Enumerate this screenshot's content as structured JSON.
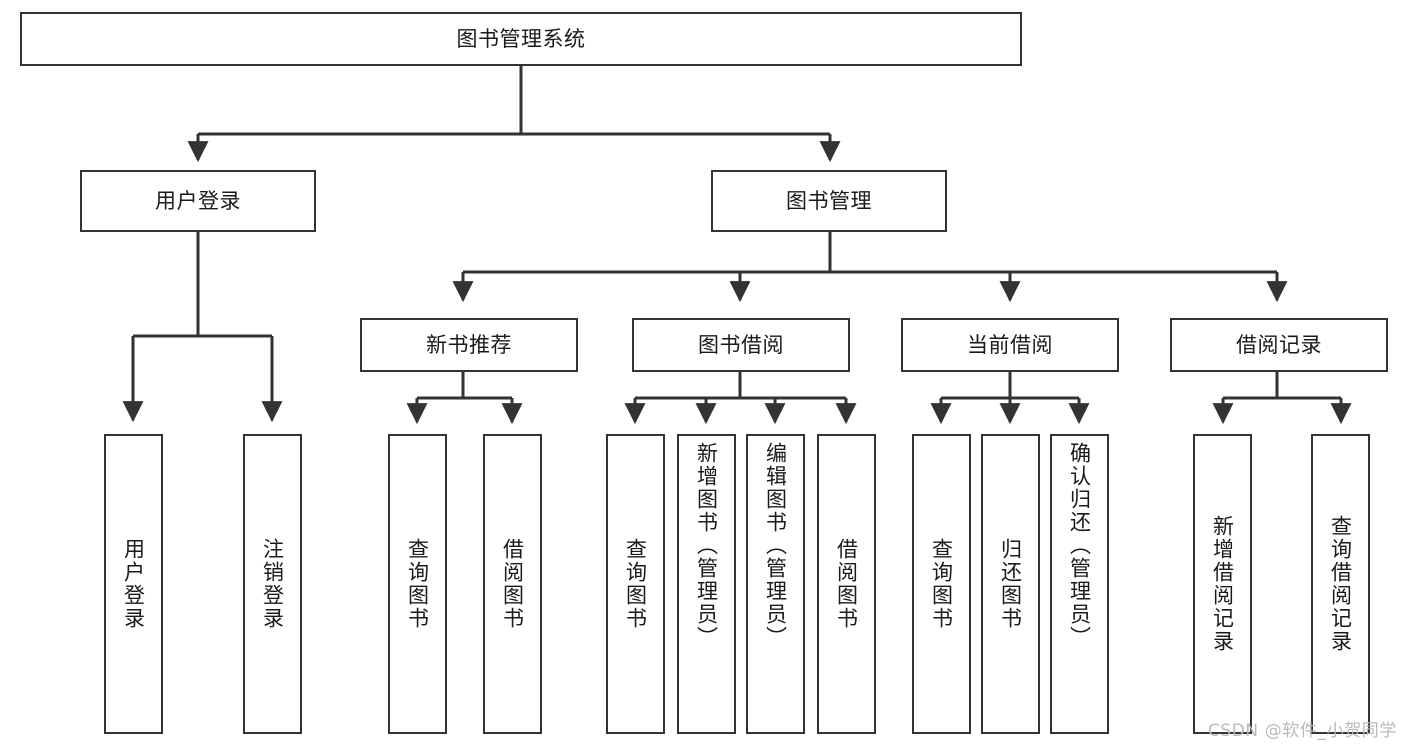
{
  "diagram": {
    "title": "图书管理系统",
    "type": "功能结构图",
    "root": {
      "label": "图书管理系统"
    },
    "level2": [
      {
        "label": "用户登录"
      },
      {
        "label": "图书管理"
      }
    ],
    "level3": [
      {
        "label": "新书推荐"
      },
      {
        "label": "图书借阅"
      },
      {
        "label": "当前借阅"
      },
      {
        "label": "借阅记录"
      }
    ],
    "leaves": {
      "user_login": [
        {
          "label": "用户登录"
        },
        {
          "label": "注销登录"
        }
      ],
      "new_book_recommend": [
        {
          "label": "查询图书"
        },
        {
          "label": "借阅图书"
        }
      ],
      "book_borrow": [
        {
          "label": "查询图书"
        },
        {
          "label": "新增图书（管理员）"
        },
        {
          "label": "编辑图书（管理员）"
        },
        {
          "label": "借阅图书"
        }
      ],
      "current_borrow": [
        {
          "label": "查询图书"
        },
        {
          "label": "归还图书"
        },
        {
          "label": "确认归还（管理员）"
        }
      ],
      "borrow_records": [
        {
          "label": "新增借阅记录"
        },
        {
          "label": "查询借阅记录"
        }
      ]
    }
  },
  "watermark": {
    "text": "CSDN @软件_小贺同学"
  },
  "colors": {
    "stroke": "#333333",
    "text": "#1a1a1a",
    "background": "#ffffff",
    "watermark": "#b9b9b9"
  }
}
